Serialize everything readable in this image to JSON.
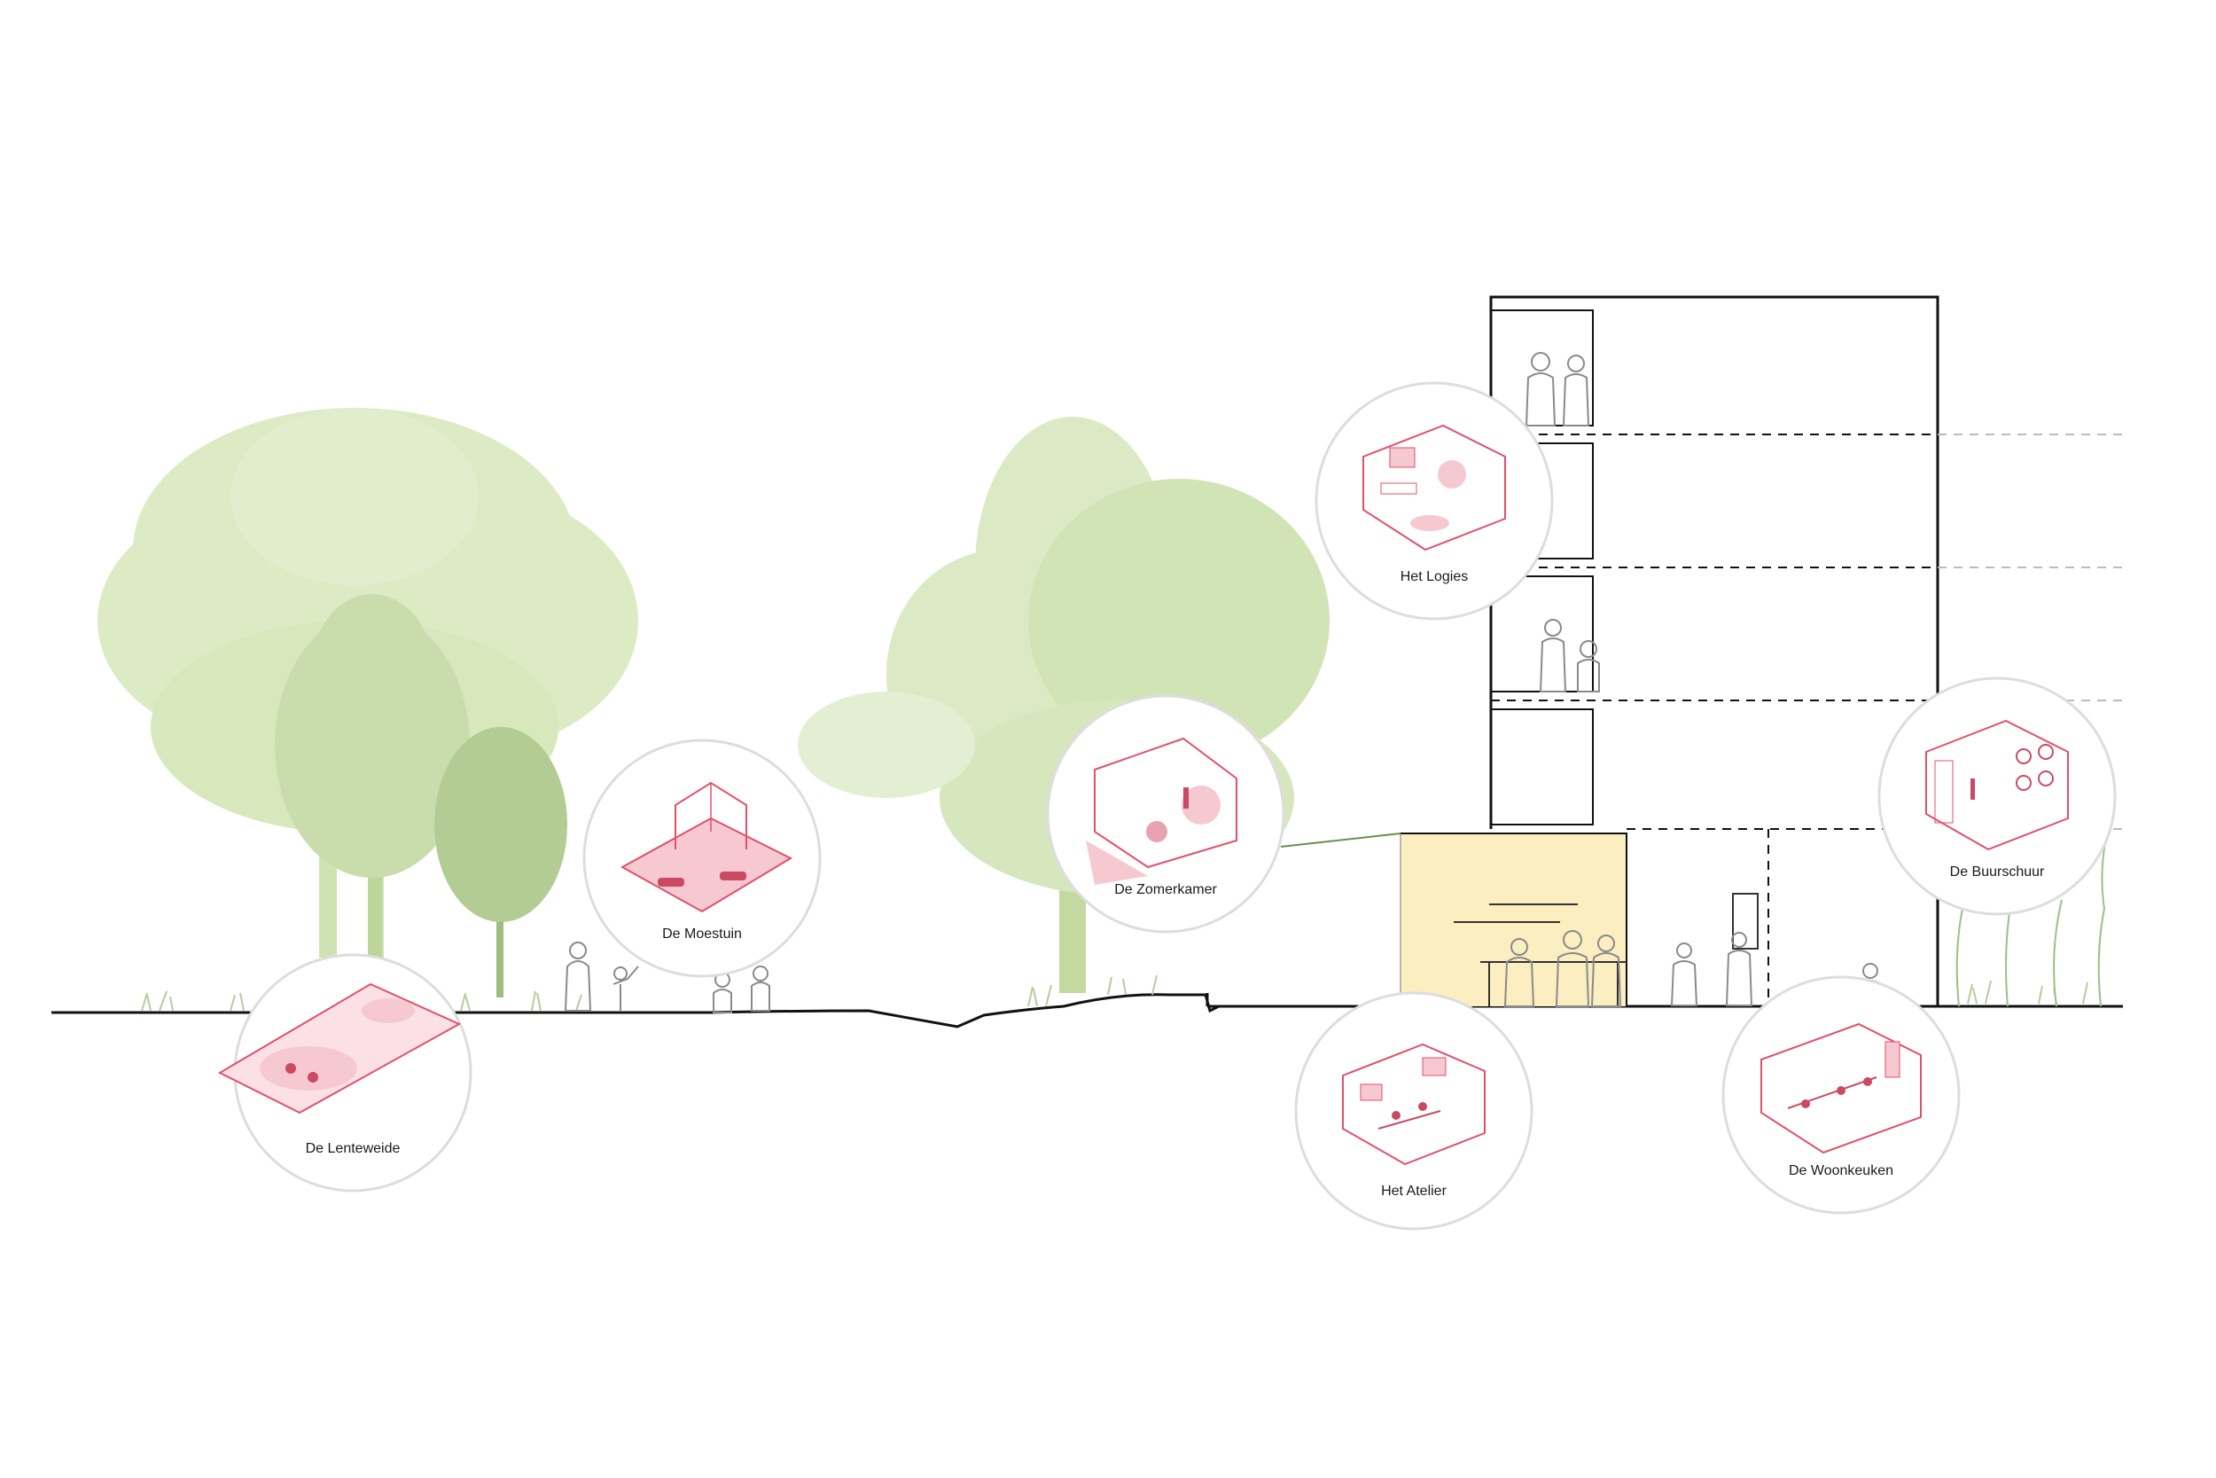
{
  "colors": {
    "accent": "#e0506a",
    "accent_fill": "#f6c9d0",
    "tree_light": "#d9e9bf",
    "tree_mid": "#c4dba4",
    "tree_dark": "#a9c58a",
    "ground_line": "#111111",
    "circle_stroke": "#dddddd",
    "figure_stroke": "#8a8a8a",
    "glow": "#fbeec0"
  },
  "bubbles": [
    {
      "id": "lenteweide",
      "label": "De Lenteweide",
      "icon": "meadow-icon"
    },
    {
      "id": "moestuin",
      "label": "De Moestuin",
      "icon": "greenhouse-icon"
    },
    {
      "id": "zomerkamer",
      "label": "De Zomerkamer",
      "icon": "summer-room-icon"
    },
    {
      "id": "logies",
      "label": "Het Logies",
      "icon": "lodging-room-icon"
    },
    {
      "id": "atelier",
      "label": "Het Atelier",
      "icon": "atelier-room-icon"
    },
    {
      "id": "woonkeuken",
      "label": "De Woonkeuken",
      "icon": "kitchen-room-icon"
    },
    {
      "id": "buurschuur",
      "label": "De Buurschuur",
      "icon": "bike-shed-icon"
    }
  ]
}
